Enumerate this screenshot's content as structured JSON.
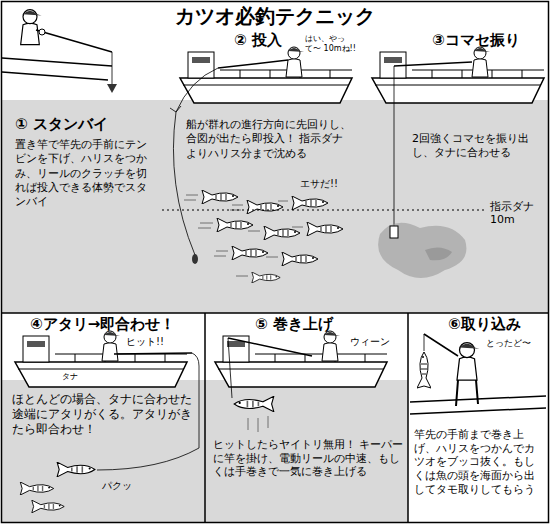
{
  "diagram": {
    "title": "カツオ必釣テクニック",
    "nodes": [
      {
        "text": [
          "① スタンバイ",
          "置き竿で竿先の手前にテンビンを下げ、ハリスをつかみ、リールのクラッチを切れば投入できる体勢でスタンバイ"
        ]
      },
      {
        "text": [
          "② 投入",
          "船が群れの進行方向に先回りし、合図が出たら即投入！ 指示ダナよりハリス分まで沈める"
        ]
      },
      {
        "text": [
          "③コマセ振り",
          "2回強くコマセを振り出し、タナに合わせる"
        ]
      },
      {
        "text": [
          "④アタリ→即合わせ！",
          "ほとんどの場合、タナに合わせた途端にアタリがくる。アタリがきたら即合わせ！"
        ]
      },
      {
        "text": [
          "⑤ 巻き上げ",
          "ヒットしたらヤイトリ無用！ キーパーに竿を掛け、電動リールの中速、もしくは手巻きで一気に巻き上げる"
        ]
      },
      {
        "text": [
          "⑥取り込み",
          "竿先の手前まで巻き上げ、ハリスをつかんでカツオをブッコ抜く。もしくは魚の頭を海面から出してタモ取りしてもらう"
        ]
      }
    ],
    "labels": [
      "はい、やって〜 10mね!!",
      "エサだ!!",
      "指示ダナ 10m",
      "ヒット!!",
      "タナ",
      "パクッ",
      "ウィーン",
      "とったど〜"
    ]
  }
}
